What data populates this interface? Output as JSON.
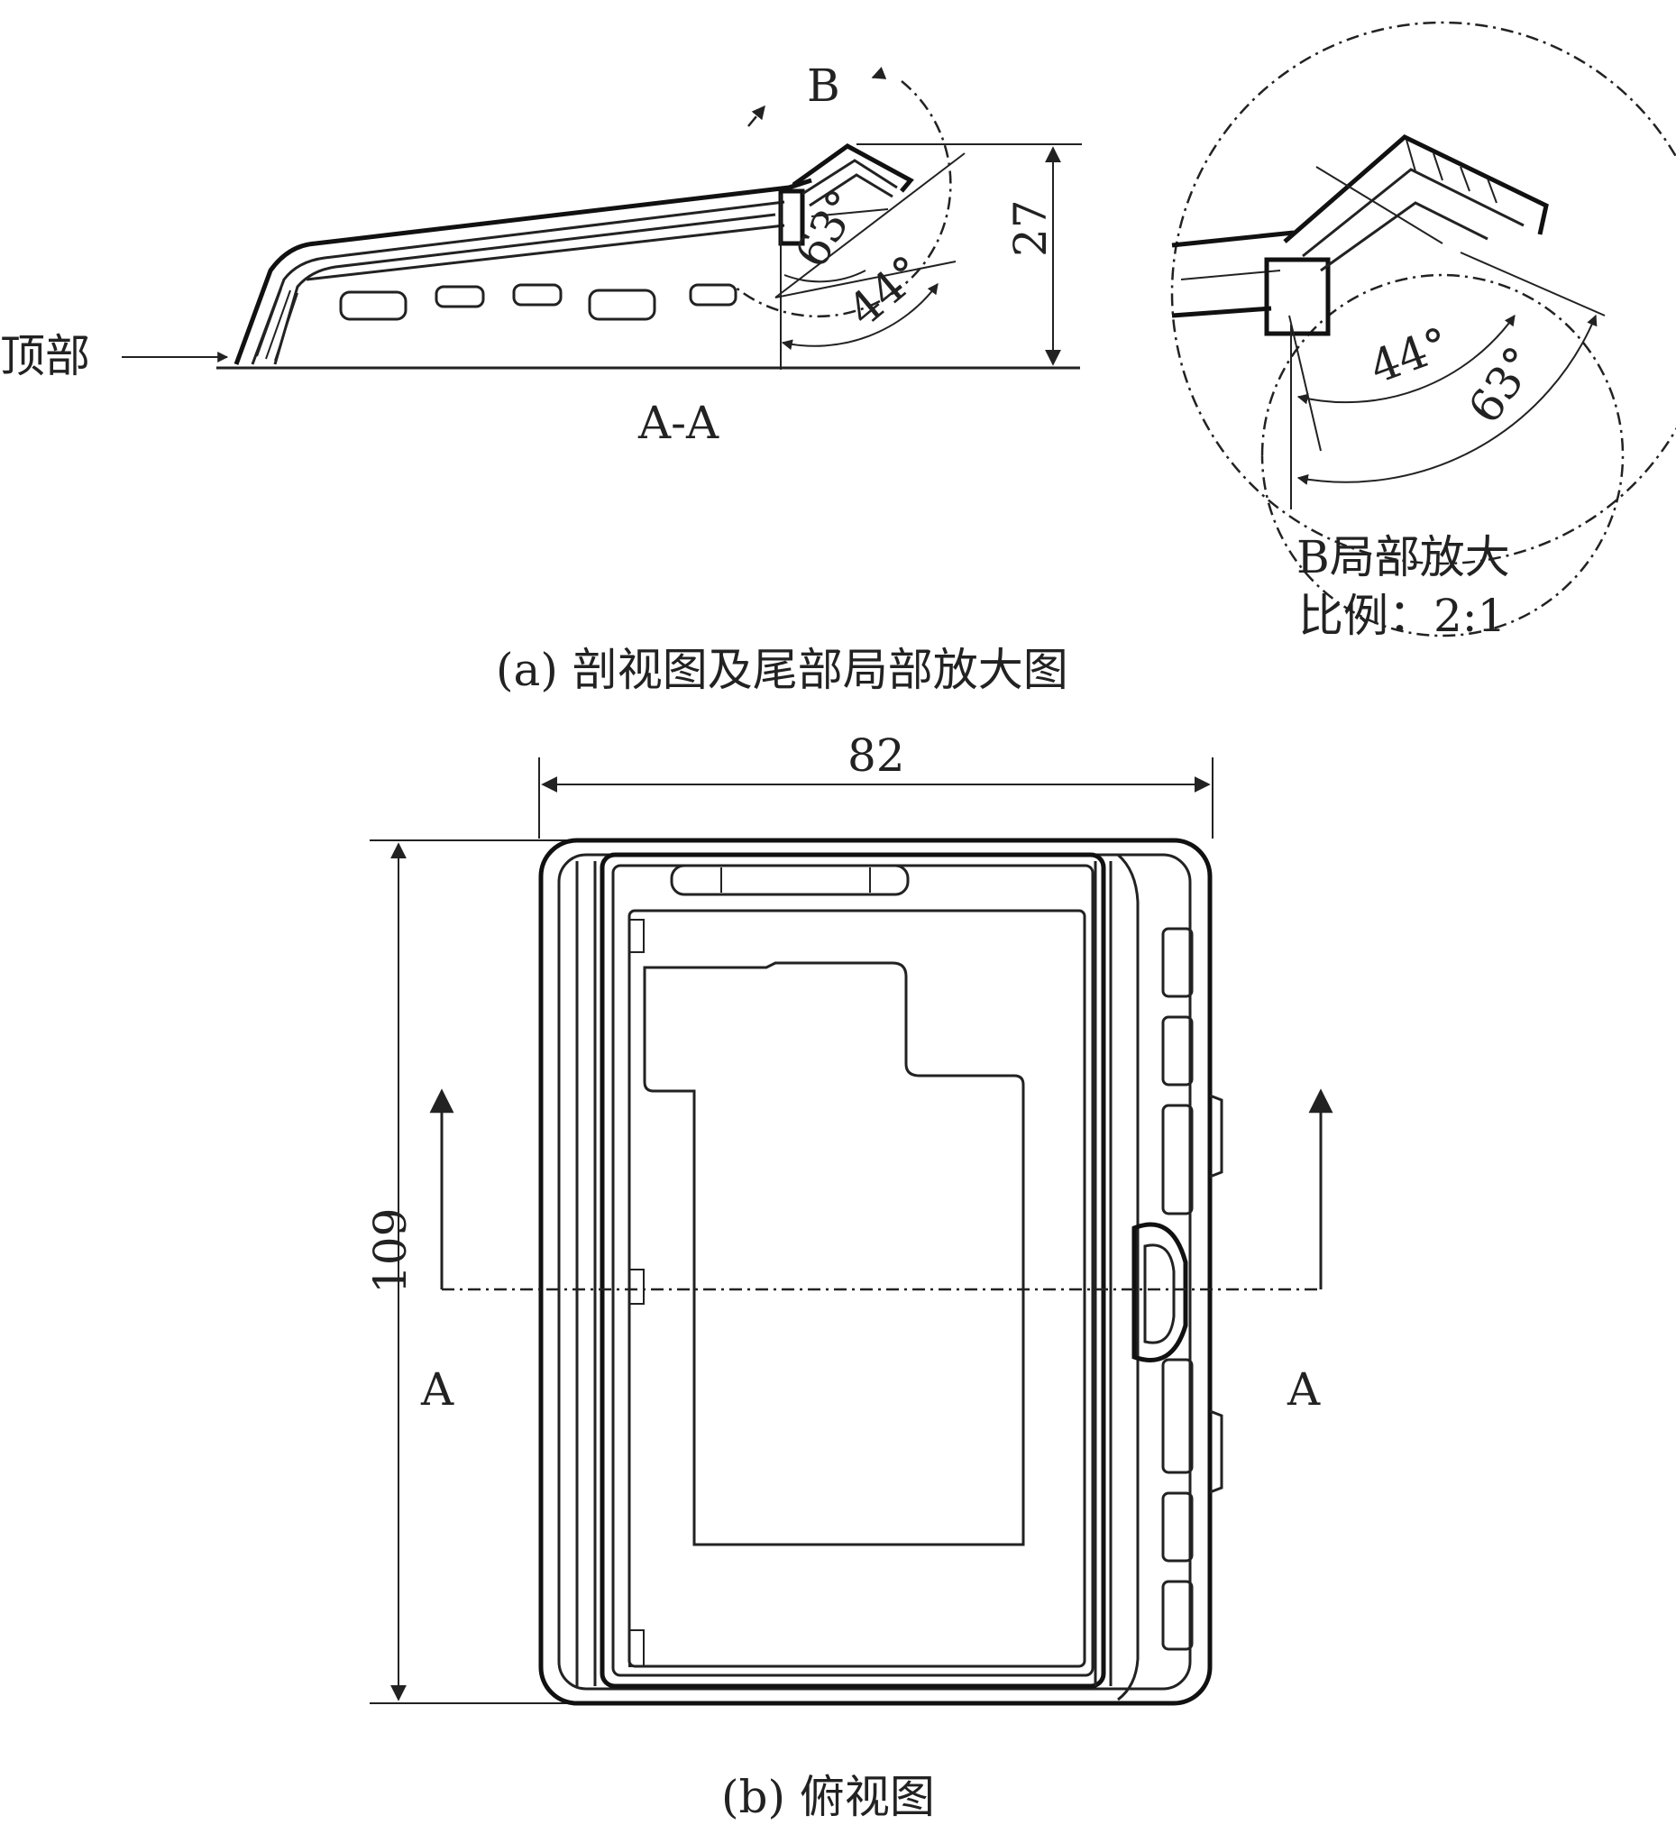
{
  "section_view": {
    "label_top": "顶部",
    "section_name": "A-A",
    "detail_marker": "B",
    "angle_a": "63°",
    "angle_b": "44°",
    "height_dim": "27"
  },
  "detail_view": {
    "angle_a": "44°",
    "angle_b": "63°",
    "title": "B局部放大",
    "scale": "比例：2:1"
  },
  "caption_a": "(a) 剖视图及尾部局部放大图",
  "top_view": {
    "width_dim": "82",
    "height_dim": "109",
    "section_left": "A",
    "section_right": "A"
  },
  "caption_b": "(b) 俯视图"
}
